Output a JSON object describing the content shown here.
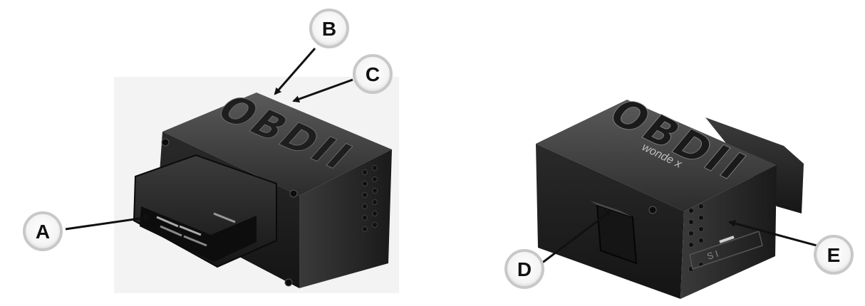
{
  "figure": {
    "callouts": [
      {
        "id": "A",
        "label": "A",
        "target": "obd-connector-pins"
      },
      {
        "id": "B",
        "label": "B",
        "target": "top-rear-edge"
      },
      {
        "id": "C",
        "label": "C",
        "target": "top-rear-edge-right"
      },
      {
        "id": "D",
        "label": "D",
        "target": "side-button"
      },
      {
        "id": "E",
        "label": "E",
        "target": "switch-slot"
      }
    ],
    "left_device": {
      "emboss_text": "OBDII"
    },
    "right_device": {
      "emboss_text": "OBDII",
      "brand_text": "wonde x",
      "switch_text": "S I"
    }
  }
}
